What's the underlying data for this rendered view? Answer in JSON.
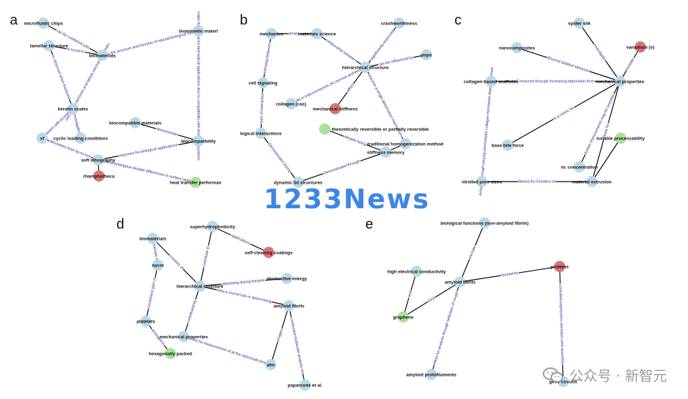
{
  "colors": {
    "node_default": "#b9d9e8",
    "node_red": "#d97373",
    "node_green": "#a9e29a",
    "edge": "#000000",
    "edge_label": "#2a2a8c",
    "watermark": "#3d86e6"
  },
  "watermark": "1233News",
  "footer": {
    "icon": "wechat-icon",
    "text": "公众号 · 新智元"
  },
  "panels": [
    {
      "letter": "a",
      "nodes": [
        {
          "id": "microfluidic",
          "label": "microfluidic chips",
          "color": "default"
        },
        {
          "id": "lamellar",
          "label": "lamellar structure",
          "color": "default"
        },
        {
          "id": "biomaterials",
          "label": "biomaterials",
          "color": "default"
        },
        {
          "id": "biomimetic",
          "label": "biomimetic materi",
          "color": "default"
        },
        {
          "id": "keratin",
          "label": "keratin scales",
          "color": "default"
        },
        {
          "id": "cyclic",
          "label": "cyclic loading conditions",
          "color": "default"
        },
        {
          "id": "vf",
          "label": "vf",
          "color": "default"
        },
        {
          "id": "biocompatmat",
          "label": "biocompatible materials",
          "color": "default"
        },
        {
          "id": "biocompat",
          "label": "biocompatibility",
          "color": "default"
        },
        {
          "id": "softlitho",
          "label": "soft lithography",
          "color": "default"
        },
        {
          "id": "rhamphotheca",
          "label": "rhamphotheca",
          "color": "red"
        },
        {
          "id": "heattransfer",
          "label": "heat transfer performan",
          "color": "green"
        }
      ],
      "edges": [
        {
          "from": "microfluidic",
          "to": "biomaterials",
          "label": "can be combined with"
        },
        {
          "from": "lamellar",
          "to": "biomaterials",
          "label": "is found in"
        },
        {
          "from": "biomaterials",
          "to": "biomimetic",
          "label": "mimic the structure and function of natural biological systems"
        },
        {
          "from": "lamellar",
          "to": "keratin",
          "label": "is observed when fractured"
        },
        {
          "from": "biomaterials",
          "to": "keratin",
          "label": "mechanical behavior and failure mechanisms under"
        },
        {
          "from": "keratin",
          "to": "cyclic",
          "label": "investigated"
        },
        {
          "from": "biomimetic",
          "to": "biocompat",
          "label": "make them ideal for biomedical applications due to compatibility with biological systems"
        },
        {
          "from": "biocompatmat",
          "to": "biocompat",
          "label": "demonstrate"
        },
        {
          "from": "keratin",
          "to": "vf",
          "label": "increases with increasing"
        },
        {
          "from": "vf",
          "to": "softlitho",
          "label": "decreases from tip to root"
        },
        {
          "from": "softlitho",
          "to": "biocompat",
          "label": "improves for biological applications"
        },
        {
          "from": "softlitho",
          "to": "rhamphotheca",
          "label": ""
        },
        {
          "from": "softlitho",
          "to": "heattransfer",
          "label": "considered analogous despite differences in surface wettability"
        }
      ]
    },
    {
      "letter": "b",
      "nodes": [
        {
          "id": "mechanics",
          "label": "mechanics",
          "color": "default"
        },
        {
          "id": "matsci",
          "label": "materials science",
          "color": "default"
        },
        {
          "id": "crash",
          "label": "crashworthiness",
          "color": "default"
        },
        {
          "id": "pops",
          "label": "pops",
          "color": "default"
        },
        {
          "id": "hier",
          "label": "hierarchical structure",
          "color": "default"
        },
        {
          "id": "cellsig",
          "label": "cell signaling",
          "color": "default"
        },
        {
          "id": "collagen",
          "label": "collagen (cas)",
          "color": "default"
        },
        {
          "id": "mechstiff",
          "label": "mechanical stiffness",
          "color": "red"
        },
        {
          "id": "logical",
          "label": "logical interactions",
          "color": "default"
        },
        {
          "id": "theoretical",
          "label": "theoretically reversible or partially reversible",
          "color": "green"
        },
        {
          "id": "traditional",
          "label": "traditional homogenization method",
          "color": "default"
        },
        {
          "id": "stiffmem",
          "label": "stiffness memory",
          "color": "default"
        },
        {
          "id": "dyn3d",
          "label": "dynamic 3d structures",
          "color": "default"
        }
      ],
      "edges": [
        {
          "from": "mechanics",
          "to": "matsci",
          "label": "treats"
        },
        {
          "from": "matsci",
          "to": "hier",
          "label": "relationship between"
        },
        {
          "from": "crash",
          "to": "hier",
          "label": "significantly improved"
        },
        {
          "from": "hier",
          "to": "pops",
          "label": "can be influenced by"
        },
        {
          "from": "mechanics",
          "to": "cellsig",
          "label": "interplay between"
        },
        {
          "from": "cellsig",
          "to": "logical",
          "label": "type of interaction"
        },
        {
          "from": "hier",
          "to": "collagen",
          "label": "results in interconnected, 3D, porous architecture"
        },
        {
          "from": "hier",
          "to": "mechstiff",
          "label": "affect"
        },
        {
          "from": "hier",
          "to": "traditional",
          "label": "assume a single deformation mechanism"
        },
        {
          "from": "logical",
          "to": "dyn3d",
          "label": "Demonstrated during"
        },
        {
          "from": "theoretical",
          "to": "stiffmem",
          "label": "despite being"
        },
        {
          "from": "dyn3d",
          "to": "stiffmem",
          "label": "Demonstrated through"
        },
        {
          "from": "traditional",
          "to": "stiffmem",
          "label": ""
        }
      ]
    },
    {
      "letter": "c",
      "nodes": [
        {
          "id": "spider",
          "label": "spider silk",
          "color": "default"
        },
        {
          "id": "vanadium",
          "label": "vanadium (v)",
          "color": "red"
        },
        {
          "id": "nano",
          "label": "nanocomposites",
          "color": "default"
        },
        {
          "id": "mechprop",
          "label": "mechanical properties",
          "color": "default"
        },
        {
          "id": "collscaf",
          "label": "collagen-based scaffolds",
          "color": "default"
        },
        {
          "id": "tunable",
          "label": "tunable processability",
          "color": "green"
        },
        {
          "id": "basebite",
          "label": "base bite force",
          "color": "default"
        },
        {
          "id": "nc",
          "label": "nc concentration",
          "color": "default"
        },
        {
          "id": "ctrlpore",
          "label": "ntrolled pore sizes",
          "color": "default"
        },
        {
          "id": "matext",
          "label": "material extrusion",
          "color": "default"
        }
      ],
      "edges": [
        {
          "from": "spider",
          "to": "mechprop",
          "label": "investigate"
        },
        {
          "from": "vanadium",
          "to": "mechprop",
          "label": "includes"
        },
        {
          "from": "nano",
          "to": "mechprop",
          "label": "Beyond additive behavior"
        },
        {
          "from": "collscaf",
          "to": "mechprop",
          "label": "Enhanced through increasing deposition time"
        },
        {
          "from": "basebite",
          "to": "mechprop",
          "label": "is a metric for"
        },
        {
          "from": "mechprop",
          "to": "nc",
          "label": "further improvements may be possible"
        },
        {
          "from": "mechprop",
          "to": "matext",
          "label": "Allows for"
        },
        {
          "from": "collscaf",
          "to": "ctrlpore",
          "label": "Achieved through varying electrostatic collagen microwires deposition times"
        },
        {
          "from": "ctrlpore",
          "to": "matext",
          "label": "Allows for Creation of"
        },
        {
          "from": "tunable",
          "to": "matext",
          "label": ""
        }
      ]
    },
    {
      "letter": "d",
      "nodes": [
        {
          "id": "superhydro",
          "label": "superhydrophobicity",
          "color": "default"
        },
        {
          "id": "biomat_d",
          "label": "biomaterials",
          "color": "default"
        },
        {
          "id": "selfclean",
          "label": "self-cleaning coatings",
          "color": "red"
        },
        {
          "id": "nacre",
          "label": "nacre",
          "color": "default"
        },
        {
          "id": "destructive",
          "label": "destructive energy",
          "color": "default"
        },
        {
          "id": "hier_d",
          "label": "hierarchical structure",
          "color": "default"
        },
        {
          "id": "amyloid_d",
          "label": "amyloid fibrils",
          "color": "default"
        },
        {
          "id": "platelets",
          "label": "platelets",
          "color": "default"
        },
        {
          "id": "mechprop_d",
          "label": "mechanical properties",
          "color": "default"
        },
        {
          "id": "hexpacked",
          "label": "hexagonally packed",
          "color": "green"
        },
        {
          "id": "afm",
          "label": "afm",
          "color": "default"
        },
        {
          "id": "paparcone",
          "label": "paparcone et al.",
          "color": "default"
        }
      ],
      "edges": [
        {
          "from": "superhydro",
          "to": "selfclean",
          "label": "applications"
        },
        {
          "from": "superhydro",
          "to": "hier_d",
          "label": "contribute to"
        },
        {
          "from": "biomat_d",
          "to": "hier_d",
          "label": "consists of"
        },
        {
          "from": "biomat_d",
          "to": "nacre",
          "label": "example of"
        },
        {
          "from": "hier_d",
          "to": "destructive",
          "label": "absorbing during fracture"
        },
        {
          "from": "hier_d",
          "to": "amyloid_d",
          "label": "play a crucial role in determining"
        },
        {
          "from": "nacre",
          "to": "platelets",
          "label": "constituent part of"
        },
        {
          "from": "hier_d",
          "to": "mechprop_d",
          "label": "contributed by"
        },
        {
          "from": "platelets",
          "to": "hexpacked",
          "label": "arranged in"
        },
        {
          "from": "mechprop_d",
          "to": "afm",
          "label": "allows for measurement of at the nanoscale level"
        },
        {
          "from": "amyloid_d",
          "to": "afm",
          "label": "images"
        },
        {
          "from": "amyloid_d",
          "to": "paparcone",
          "label": "conducted multiscale analysis on"
        }
      ]
    },
    {
      "letter": "e",
      "nodes": [
        {
          "id": "biofunc",
          "label": "biological functions (non-amyloid fibrils)",
          "color": "default"
        },
        {
          "id": "highcond",
          "label": "high electrical conductivity",
          "color": "default"
        },
        {
          "id": "proteins",
          "label": "proteins",
          "color": "red"
        },
        {
          "id": "amyloid_e",
          "label": "amyloid fibrils",
          "color": "default"
        },
        {
          "id": "graphene",
          "label": "graphene",
          "color": "green"
        },
        {
          "id": "protofil",
          "label": "amyloid protofilaments",
          "color": "default"
        },
        {
          "id": "genecirc",
          "label": "gene circuits",
          "color": "default"
        }
      ],
      "edges": [
        {
          "from": "amyloid_e",
          "to": "biofunc",
          "label": "exclude"
        },
        {
          "from": "proteins",
          "to": "amyloid_e",
          "label": "formed by"
        },
        {
          "from": "highcond",
          "to": "graphene",
          "label": "and"
        },
        {
          "from": "amyloid_e",
          "to": "graphene",
          "label": "bind"
        },
        {
          "from": "amyloid_e",
          "to": "protofil",
          "label": "Allow for analysis through selection of coupe"
        },
        {
          "from": "proteins",
          "to": "genecirc",
          "label": "controlled expression, secretion, and assembly"
        }
      ]
    }
  ]
}
